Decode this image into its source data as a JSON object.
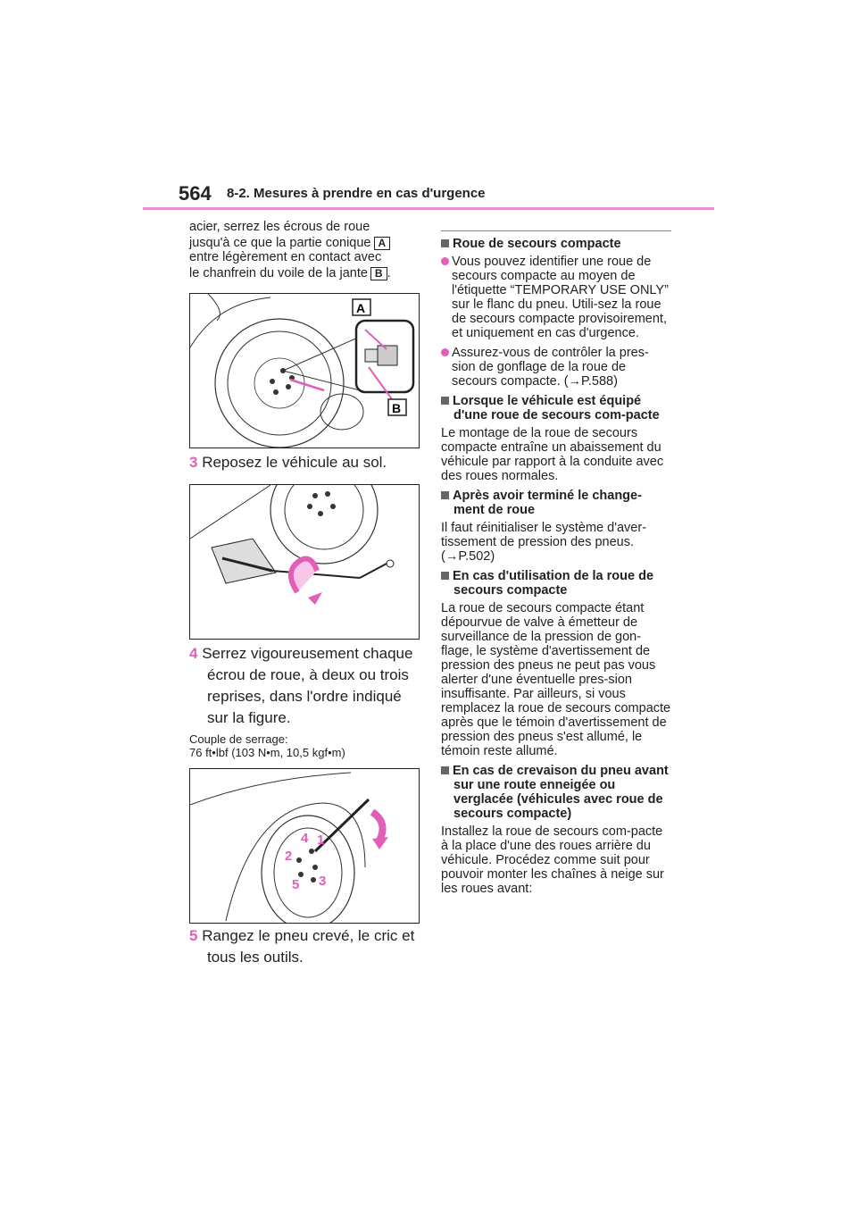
{
  "header": {
    "page_number": "564",
    "section": "8-2. Mesures à prendre en cas d'urgence"
  },
  "left": {
    "intro_1": "acier, serrez les écrous de roue",
    "intro_2": "jusqu'à ce que la partie conique",
    "label_A": "A",
    "intro_3": "entre légèrement en contact avec",
    "intro_4": "le chanfrein du voile de la jante",
    "label_B": "B",
    "intro_end": ".",
    "step3_num": "3",
    "step3_text": "Reposez le véhicule au sol.",
    "step4_num": "4",
    "step4_text": "Serrez vigoureusement chaque écrou de roue, à deux ou trois reprises, dans l'ordre indiqué sur la figure.",
    "torque_label": "Couple de serrage:",
    "torque_value": "76 ft•lbf (103 N•m, 10,5 kgf•m)",
    "step5_num": "5",
    "step5_text": "Rangez le pneu crevé, le cric et tous les outils.",
    "fig1_label_A": "A",
    "fig1_label_B": "B",
    "fig3_numbers": [
      "1",
      "2",
      "3",
      "4",
      "5"
    ]
  },
  "right": {
    "h1": "Roue de secours compacte",
    "b1": "Vous pouvez identifier une roue de secours compacte au moyen de l'étiquette “TEMPORARY USE ONLY” sur le flanc du pneu. Utili-sez la roue de secours compacte provisoirement, et uniquement en cas d'urgence.",
    "b2": "Assurez-vous de contrôler la pres-sion de gonflage de la roue de secours compacte. (→P.588)",
    "h2": "Lorsque le véhicule est équipé d'une roue de secours com-pacte",
    "p2": "Le montage de la roue de secours compacte entraîne un abaissement du véhicule par rapport à la conduite avec des roues normales.",
    "h3": "Après avoir terminé le change-ment de roue",
    "p3": "Il faut réinitialiser le système d'aver-tissement de pression des pneus. (→P.502)",
    "h4": "En cas d'utilisation de la roue de secours compacte",
    "p4": "La roue de secours compacte étant dépourvue de valve à émetteur de surveillance de la pression de gon-flage, le système d'avertissement de pression des pneus ne peut pas vous alerter d'une éventuelle pres-sion insuffisante. Par ailleurs, si vous remplacez la roue de secours compacte après que le témoin d'avertissement de pression des pneus s'est allumé, le témoin reste allumé.",
    "h5": "En cas de crevaison du pneu avant sur une route enneigée ou verglacée (véhicules avec roue de secours compacte)",
    "p5": "Installez la roue de secours com-pacte à la place d'une des roues arrière du véhicule. Procédez comme suit pour pouvoir monter les chaînes à neige sur les roues avant:"
  },
  "colors": {
    "accent": "#e060b8",
    "rule": "#ec8fd2"
  }
}
